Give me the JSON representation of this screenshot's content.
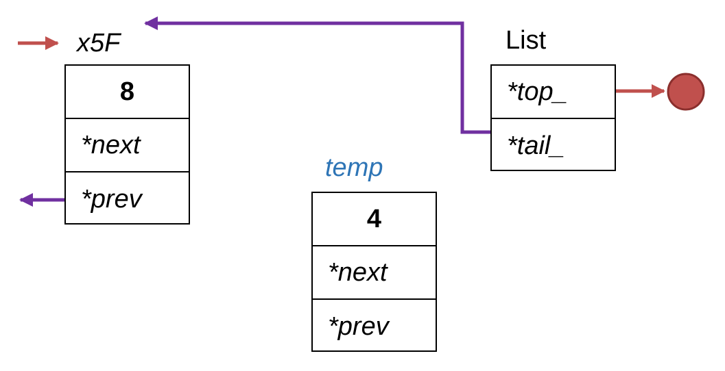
{
  "colors": {
    "purple_arrow": "#7030A0",
    "red_arrow": "#C0504D",
    "null_dot_fill": "#C0504D",
    "null_dot_stroke": "#8B2F2D",
    "temp_label": "#2E75B6"
  },
  "node_x5f": {
    "address_label": "x5F",
    "value": "8",
    "next_label": "*next",
    "prev_label": "*prev"
  },
  "node_temp": {
    "name_label": "temp",
    "value": "4",
    "next_label": "*next",
    "prev_label": "*prev"
  },
  "list": {
    "title": "List",
    "top_label": "*top_",
    "tail_label": "*tail_"
  }
}
